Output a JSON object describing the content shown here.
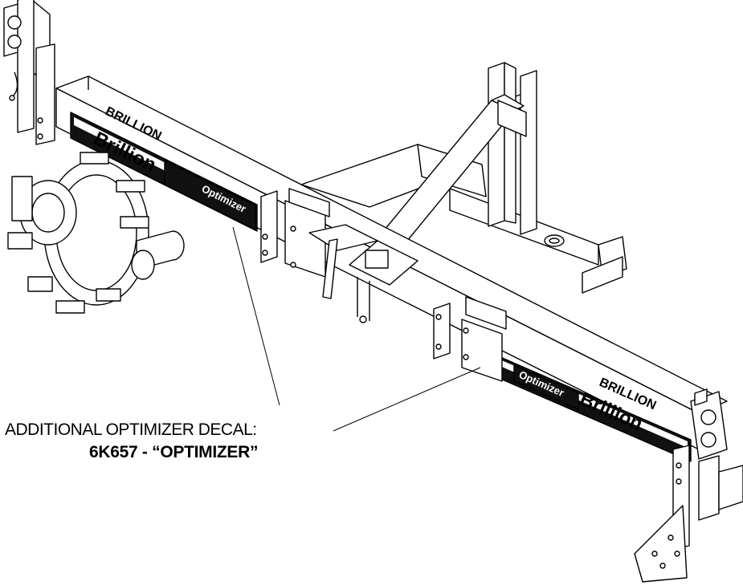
{
  "callout": {
    "line1": "ADDITIONAL OPTIMIZER DECAL:",
    "line2": "6K657 - “OPTIMIZER”"
  },
  "decals": {
    "brand": "Brillion",
    "product": "Optimizer"
  },
  "colors": {
    "line": "#000000",
    "fill": "#ffffff",
    "decal_band": "#111111"
  }
}
